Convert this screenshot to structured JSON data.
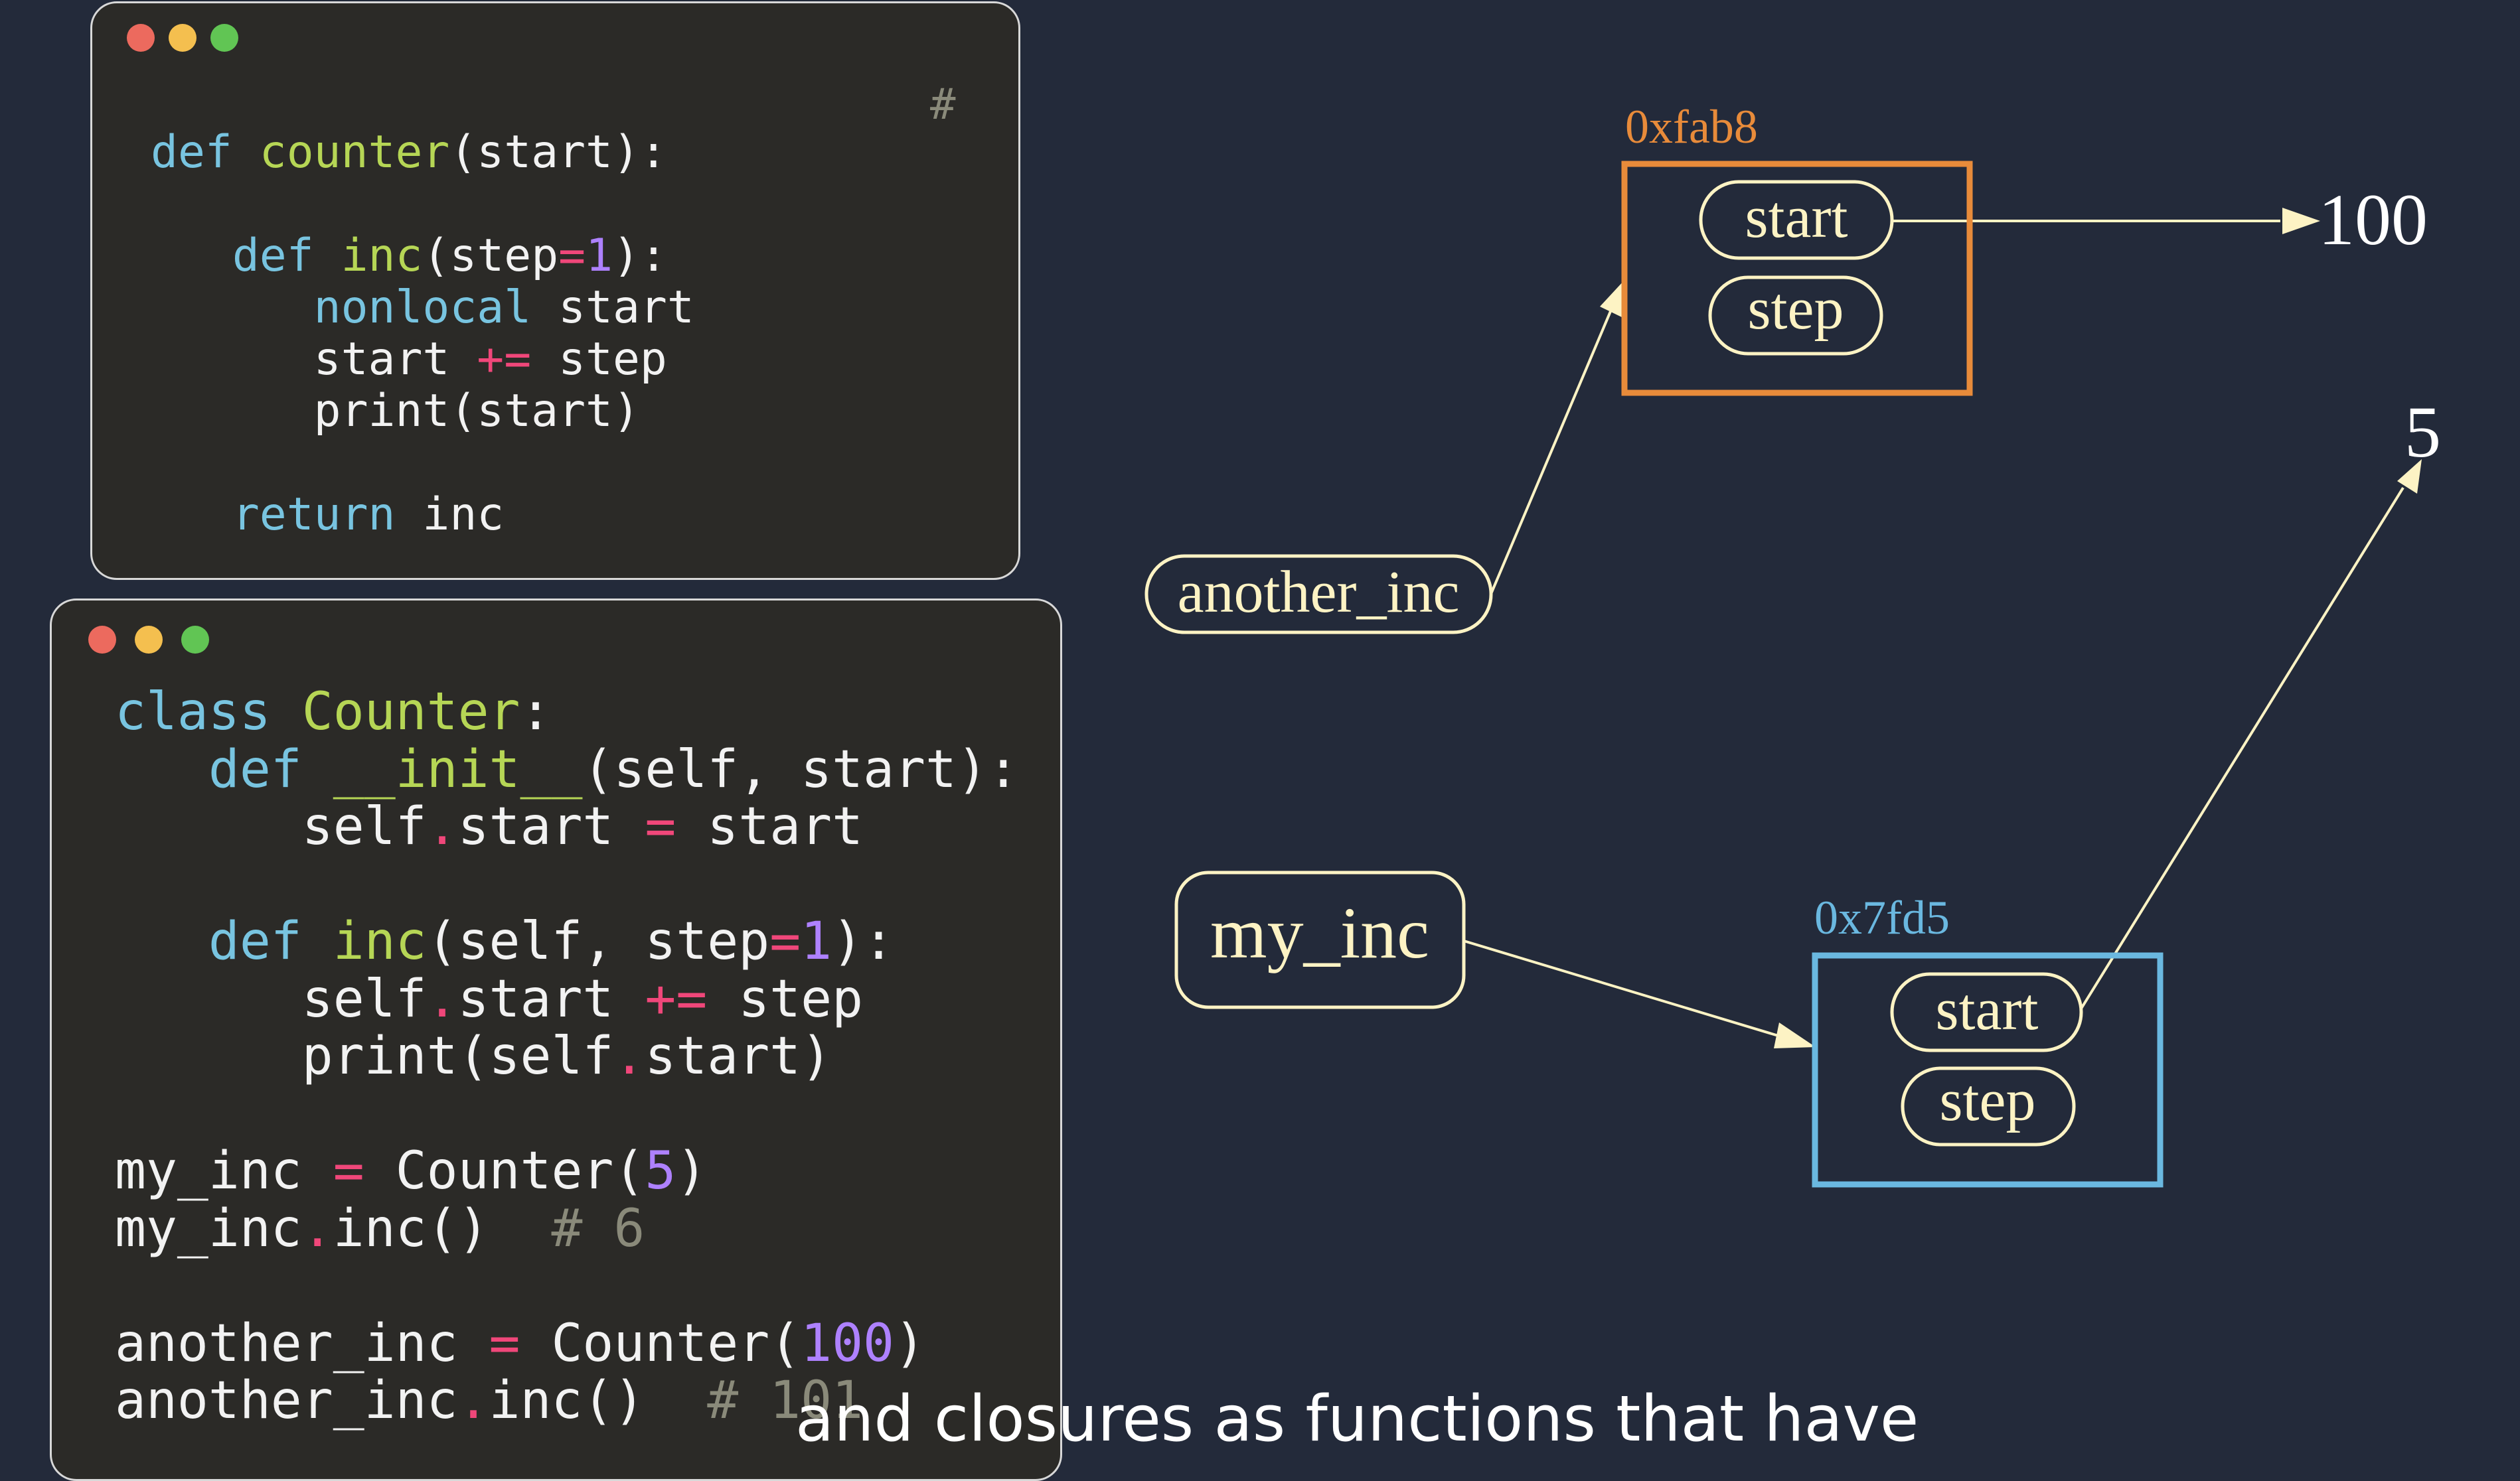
{
  "colors": {
    "background": "#232a3a",
    "code_bg": "#2b2a27",
    "keyword": "#78c4e0",
    "function": "#b6d655",
    "operator": "#f0477a",
    "number": "#ae81ff",
    "comment": "#8a8a7a",
    "cream": "#fdf3c4",
    "orange": "#e88b3a",
    "blue": "#6ab8e0"
  },
  "window1": {
    "hash_comment": "#",
    "lines": [
      [
        [
          "kw",
          "def"
        ],
        [
          "p",
          " "
        ],
        [
          "fn",
          "counter"
        ],
        [
          "p",
          "(start):"
        ]
      ],
      [
        [
          "p",
          ""
        ]
      ],
      [
        [
          "p",
          "   "
        ],
        [
          "kw",
          "def"
        ],
        [
          "p",
          " "
        ],
        [
          "fn",
          "inc"
        ],
        [
          "p",
          "(step"
        ],
        [
          "op",
          "="
        ],
        [
          "num",
          "1"
        ],
        [
          "p",
          "):"
        ]
      ],
      [
        [
          "p",
          "      "
        ],
        [
          "kw",
          "nonlocal"
        ],
        [
          "p",
          " start"
        ]
      ],
      [
        [
          "p",
          "      start "
        ],
        [
          "op",
          "+="
        ],
        [
          "p",
          " step"
        ]
      ],
      [
        [
          "p",
          "      print(start)"
        ]
      ],
      [
        [
          "p",
          ""
        ]
      ],
      [
        [
          "p",
          "   "
        ],
        [
          "kw",
          "return"
        ],
        [
          "p",
          " inc"
        ]
      ]
    ]
  },
  "window2": {
    "lines": [
      [
        [
          "kw",
          "class"
        ],
        [
          "p",
          " "
        ],
        [
          "fn",
          "Counter"
        ],
        [
          "p",
          ":"
        ]
      ],
      [
        [
          "p",
          "   "
        ],
        [
          "kw",
          "def"
        ],
        [
          "p",
          " "
        ],
        [
          "fn",
          "__init__"
        ],
        [
          "p",
          "(self, start):"
        ]
      ],
      [
        [
          "p",
          "      self"
        ],
        [
          "op",
          "."
        ],
        [
          "p",
          "start "
        ],
        [
          "op",
          "="
        ],
        [
          "p",
          " start"
        ]
      ],
      [
        [
          "p",
          ""
        ]
      ],
      [
        [
          "p",
          "   "
        ],
        [
          "kw",
          "def"
        ],
        [
          "p",
          " "
        ],
        [
          "fn",
          "inc"
        ],
        [
          "p",
          "(self, step"
        ],
        [
          "op",
          "="
        ],
        [
          "num",
          "1"
        ],
        [
          "p",
          "):"
        ]
      ],
      [
        [
          "p",
          "      self"
        ],
        [
          "op",
          "."
        ],
        [
          "p",
          "start "
        ],
        [
          "op",
          "+="
        ],
        [
          "p",
          " step"
        ]
      ],
      [
        [
          "p",
          "      print(self"
        ],
        [
          "op",
          "."
        ],
        [
          "p",
          "start)"
        ]
      ],
      [
        [
          "p",
          ""
        ]
      ],
      [
        [
          "p",
          "my_inc "
        ],
        [
          "op",
          "="
        ],
        [
          "p",
          " Counter("
        ],
        [
          "num",
          "5"
        ],
        [
          "p",
          ")"
        ]
      ],
      [
        [
          "p",
          "my_inc"
        ],
        [
          "op",
          "."
        ],
        [
          "p",
          "inc()  "
        ],
        [
          "cm",
          "# 6"
        ]
      ],
      [
        [
          "p",
          ""
        ]
      ],
      [
        [
          "p",
          "another_inc "
        ],
        [
          "op",
          "="
        ],
        [
          "p",
          " Counter("
        ],
        [
          "num",
          "100"
        ],
        [
          "p",
          ")"
        ]
      ],
      [
        [
          "p",
          "another_inc"
        ],
        [
          "op",
          "."
        ],
        [
          "p",
          "inc()  "
        ],
        [
          "cm",
          "# 101"
        ]
      ]
    ]
  },
  "diagram": {
    "obj_top": {
      "address": "0xfab8",
      "attr1": "start",
      "attr2": "step"
    },
    "obj_bottom": {
      "address": "0x7fd5",
      "attr1": "start",
      "attr2": "step"
    },
    "var_another": "another_inc",
    "var_my": "my_inc",
    "value_top": "100",
    "value_bottom": "5"
  },
  "caption": "and closures as functions that have"
}
